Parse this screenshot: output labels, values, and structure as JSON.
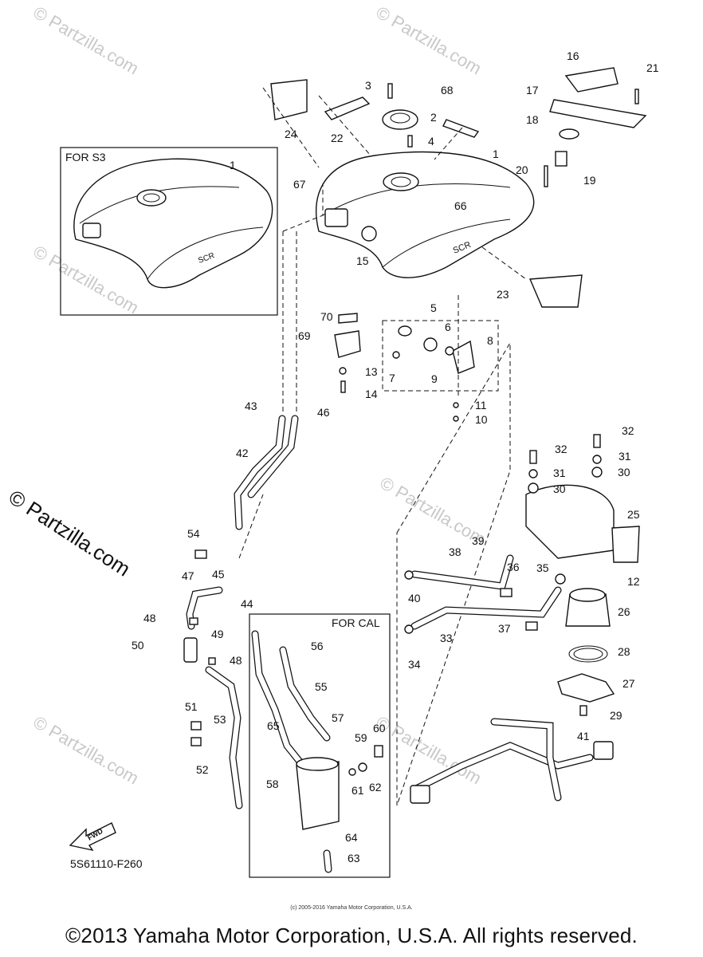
{
  "boxes": {
    "s3": "FOR S3",
    "cal": "FOR CAL"
  },
  "fwd_label": "FWD",
  "tank_logo": "SCR",
  "diagram_code": "5S61110-F260",
  "side_watermark": "© Partzilla.com",
  "watermark_text": "© Partzilla.com",
  "small_print": "(c) 2005-2016 Yamaha Motor Corporation, U.S.A.",
  "copyright": "©2013 Yamaha Motor Corporation, U.S.A. All rights reserved.",
  "callouts": [
    "1",
    "1",
    "2",
    "3",
    "4",
    "5",
    "6",
    "7",
    "8",
    "9",
    "10",
    "11",
    "12",
    "13",
    "14",
    "15",
    "16",
    "17",
    "18",
    "19",
    "20",
    "21",
    "22",
    "23",
    "24",
    "25",
    "26",
    "27",
    "28",
    "29",
    "30",
    "30",
    "31",
    "31",
    "32",
    "32",
    "33",
    "34",
    "35",
    "36",
    "37",
    "38",
    "39",
    "40",
    "41",
    "42",
    "43",
    "44",
    "45",
    "46",
    "47",
    "48",
    "48",
    "49",
    "50",
    "51",
    "52",
    "53",
    "54",
    "55",
    "56",
    "57",
    "58",
    "59",
    "60",
    "61",
    "62",
    "63",
    "64",
    "65",
    "66",
    "67",
    "68",
    "69",
    "70"
  ]
}
